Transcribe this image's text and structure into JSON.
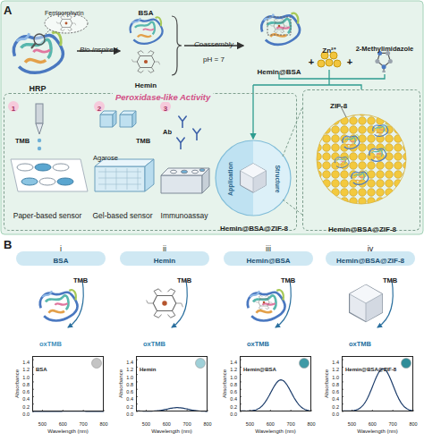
{
  "diagram": {
    "nodes": [
      {
        "text": [
          "Peroxidase-like Activity"
        ]
      },
      {
        "text": [
          "1"
        ],
        "in": 0
      },
      {
        "text": [
          "2"
        ],
        "in": 0
      },
      {
        "text": [
          "3"
        ],
        "in": 0
      },
      {
        "text": [
          "Application",
          "Structure",
          "Hemin@BSA@ZIF-8"
        ],
        "in": 0
      },
      {
        "text": [
          "ZIF-8",
          "Hemin@BSA@ZIF-8"
        ]
      },
      {
        "text": [
          "BSA"
        ]
      },
      {
        "text": [
          "Hemin"
        ]
      },
      {
        "text": [
          "Hemin@BSA"
        ]
      },
      {
        "text": [
          "Hemin@BSA@ZIF-8"
        ]
      },
      {
        "text": [
          "BSA"
        ]
      },
      {
        "text": [
          "Hemin"
        ]
      },
      {
        "text": [
          "Hemin@BSA"
        ]
      },
      {
        "text": [
          "Hemin@BSA@ZIF-8"
        ]
      }
    ],
    "labels": [
      "A",
      "Ferriporphyrin",
      "HRP",
      "Bio-inspired",
      "BSA",
      "Hemin",
      "Coassembly",
      "pH = 7",
      "Hemin@BSA",
      "+",
      "Zn²⁺",
      "+",
      "2-Methylimidazole",
      "TMB",
      "Paper-based sensor",
      "TMB",
      "Agarose",
      "Gel-based sensor",
      "Ab",
      "Immunoassay",
      "B",
      "i",
      "TMB",
      "oxTMB",
      "Absorbance",
      "0.0",
      "0.2",
      "0.4",
      "0.6",
      "0.8",
      "1.0",
      "1.2",
      "1.4",
      "500",
      "600",
      "700",
      "800",
      "Wavelength (nm)",
      "ii",
      "TMB",
      "oxTMB",
      "Absorbance",
      "0.0",
      "0.2",
      "0.4",
      "0.6",
      "0.8",
      "1.0",
      "1.2",
      "1.4",
      "500",
      "600",
      "700",
      "800",
      "Wavelength (nm)",
      "iii",
      "TMB",
      "oxTMB",
      "Absorbance",
      "0.0",
      "0.2",
      "0.4",
      "0.6",
      "0.8",
      "1.0",
      "1.2",
      "1.4",
      "500",
      "600",
      "700",
      "800",
      "Wavelength (nm)",
      "iv",
      "TMB",
      "oxTMB",
      "Absorbance",
      "0.0",
      "0.2",
      "0.4",
      "0.6",
      "0.8",
      "1.0",
      "1.2",
      "1.4",
      "500",
      "600",
      "700",
      "800",
      "Wavelength (nm)"
    ]
  }
}
